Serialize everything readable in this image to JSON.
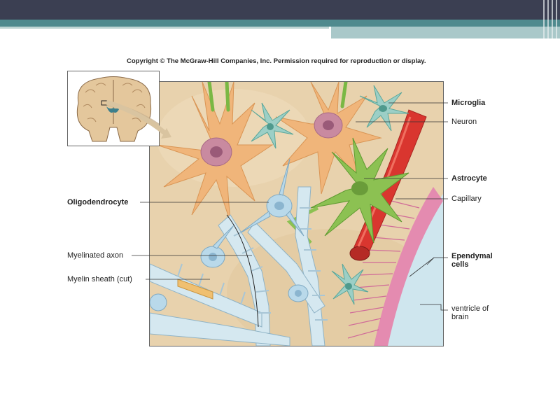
{
  "header": {
    "bar_color": "#3b3f52",
    "accent_color": "#4f8a8e",
    "light_accent_color": "#a9c8c9"
  },
  "copyright": "Copyright © The McGraw-Hill Companies, Inc. Permission required for reproduction or display.",
  "labels": {
    "microglia": "Microglia",
    "neuron": "Neuron",
    "astrocyte": "Astrocyte",
    "capillary": "Capillary",
    "oligodendrocyte": "Oligodendrocyte",
    "myelinated_axon": "Myelinated axon",
    "myelin_sheath": "Myelin sheath (cut)",
    "ependymal_line1": "Ependymal",
    "ependymal_line2": "cells",
    "ventricle_line1": "ventricle of",
    "ventricle_line2": "brain"
  }
}
